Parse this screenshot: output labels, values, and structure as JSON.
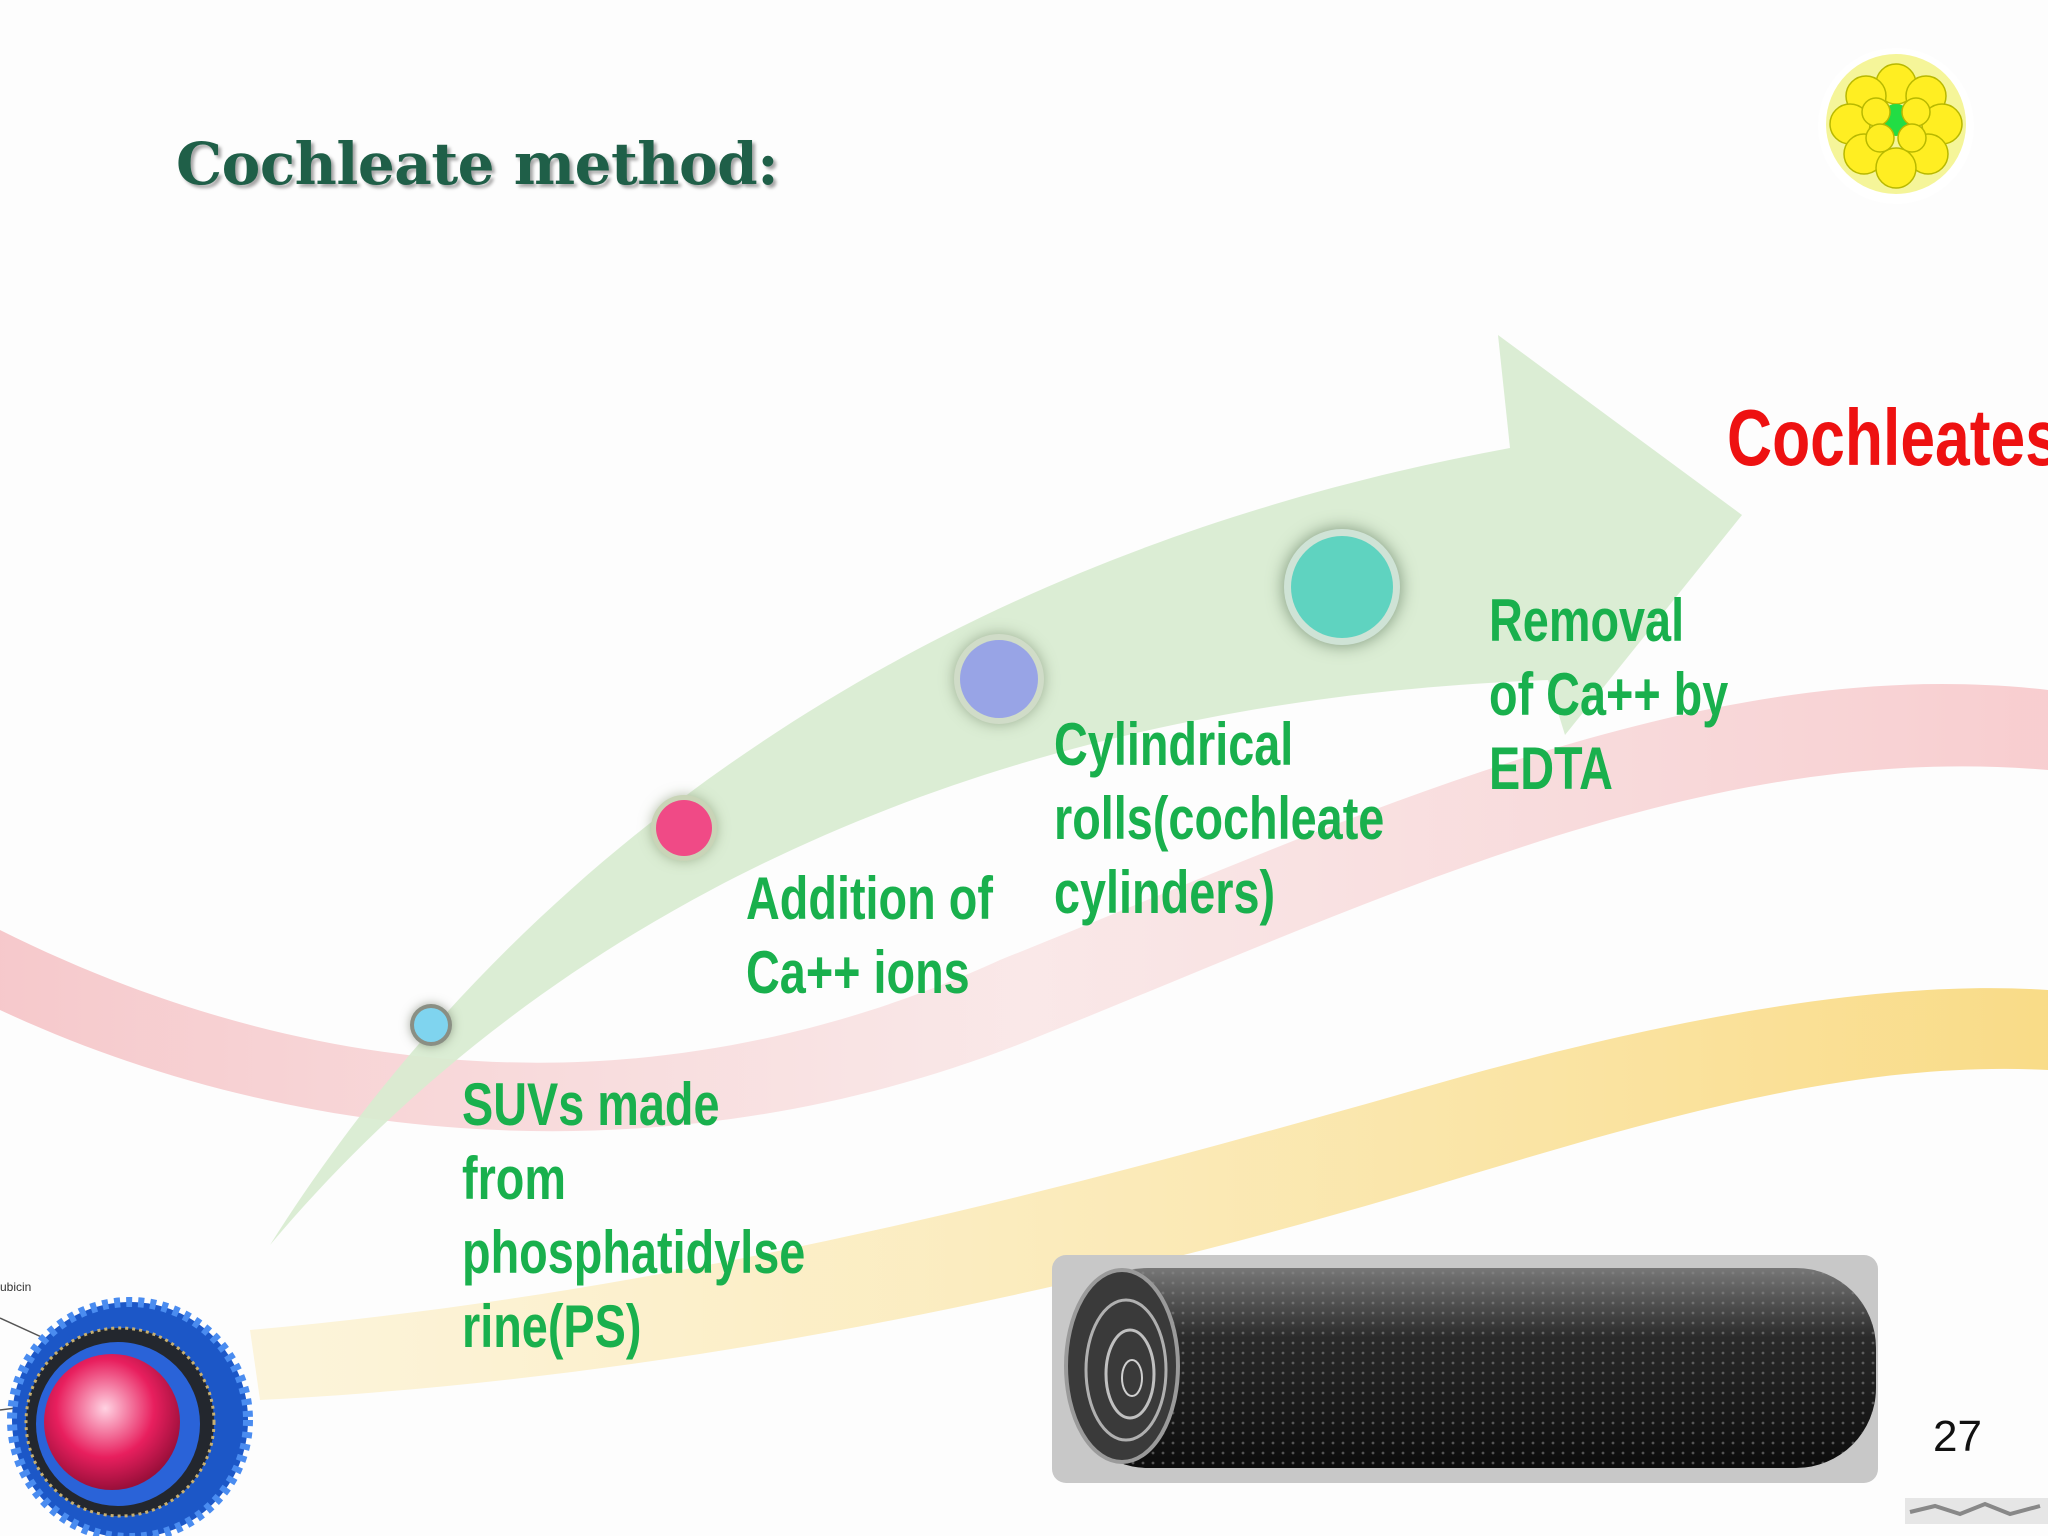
{
  "slide": {
    "title": "Cochleate method:",
    "steps": [
      {
        "id": "step1",
        "text_lines": [
          "SUVs made",
          "from",
          "phosphatidylse",
          "rine(PS)"
        ],
        "dot_color": "#7fd4ef"
      },
      {
        "id": "step2",
        "text_lines": [
          "Addition of",
          "Ca++ ions"
        ],
        "dot_color": "#f04a86"
      },
      {
        "id": "step3",
        "text_lines": [
          "Cylindrical",
          "rolls(cochleate",
          "cylinders)"
        ],
        "dot_color": "#98a4e6"
      },
      {
        "id": "step4",
        "text_lines": [
          "Removal",
          "of Ca++ by",
          "EDTA"
        ],
        "dot_color": "#5fd3c0"
      }
    ],
    "result": "Cochleates",
    "page_number": "27",
    "figure_fragment_label": "ubicin",
    "colors": {
      "title": "#1f5f48",
      "step_text": "#19b04d",
      "result_text": "#ee1111",
      "arrow": "#d8ecd0"
    },
    "icons": [
      "sphere-cluster-icon",
      "liposome-illustration",
      "cochleate-cylinder-image"
    ]
  }
}
